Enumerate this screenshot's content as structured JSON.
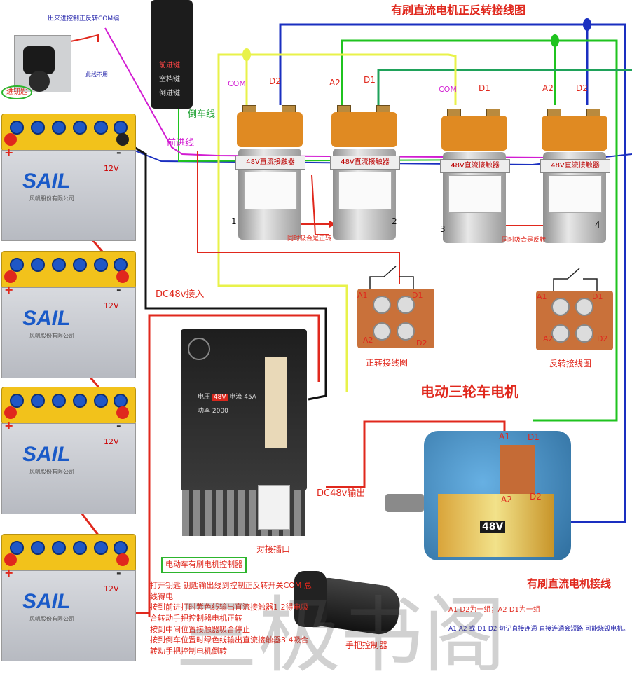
{
  "title": "有刷直流电机正反转接线图",
  "key_switch": {
    "top_note": "出来进控制正反转COM编",
    "key_label": "进钥匙",
    "unused_note": "此线不用"
  },
  "hand_switch": {
    "btn_forward": "前进键",
    "btn_neutral": "空档键",
    "btn_reverse": "倒进键"
  },
  "wire_labels": {
    "reverse_line": "倒车线",
    "forward_line": "前进线"
  },
  "battery": {
    "brand": "SAIL",
    "voltage": "12V",
    "maker": "风帆股份有限公司",
    "plus": "+",
    "minus": "-"
  },
  "contactors": [
    {
      "num": "1",
      "left_post": "COM",
      "right_post": "D2",
      "label": "48V直流接触器"
    },
    {
      "num": "2",
      "left_post": "A2",
      "right_post": "D1",
      "label": "48V直流接触器"
    },
    {
      "num": "3",
      "left_post": "COM",
      "right_post": "D1",
      "label": "48V直流接触器"
    },
    {
      "num": "4",
      "left_post": "A2",
      "right_post": "D2",
      "label": "48V直流接触器"
    }
  ],
  "pair_notes": {
    "forward": "同时吸合是正转",
    "reverse": "同时吸合是反转"
  },
  "wiring_diagrams": {
    "forward": {
      "caption": "正转接线图",
      "t1": "A1",
      "t2": "D1",
      "t3": "A2",
      "t4": "D2"
    },
    "reverse": {
      "caption": "反转接线图",
      "t1": "A1",
      "t2": "D1",
      "t3": "A2",
      "t4": "D2"
    }
  },
  "dc_in": "DC48v接入",
  "dc_out": "DC48v输出",
  "controller": {
    "voltage_label": "电压",
    "voltage": "48V",
    "current_label": "电流",
    "current": "45A",
    "power_label": "功率",
    "power": "2000",
    "caption": "电动车有刷电机控制器"
  },
  "connector_label": "对接插口",
  "motor": {
    "title": "电动三轮车电机",
    "a1": "A1",
    "d1": "D1",
    "a2": "A2",
    "d2": "D2",
    "voltage": "48V",
    "caption": "有刷直流电机接线"
  },
  "throttle_label": "手把控制器",
  "instructions": [
    "打开钥匙 钥匙输出线到控制正反转开关COM 总",
    "线得电",
    "按到前进打时紫色线输出直流接触器1 2得电吸",
    "合转动手把控制器电机正转",
    "按到中间位置接触器吸合停止",
    "按到倒车位置时绿色线输出直流接触器3 4吸合",
    "转动手把控制电机倒转"
  ],
  "motor_notes": {
    "groups": "A1 D2为一组；A2 D1为一组",
    "warning": "A1 A2 或 D1 D2 切记直接连通 直接连通会短路 可能烧毁电机。"
  },
  "watermark": "三极书阁",
  "colors": {
    "red_wire": "#e0281d",
    "blue_wire": "#1a2fc0",
    "green_wire": "#1fc31f",
    "yellow_wire": "#e8f24a",
    "magenta_wire": "#d21cd2",
    "black_wire": "#111111"
  }
}
